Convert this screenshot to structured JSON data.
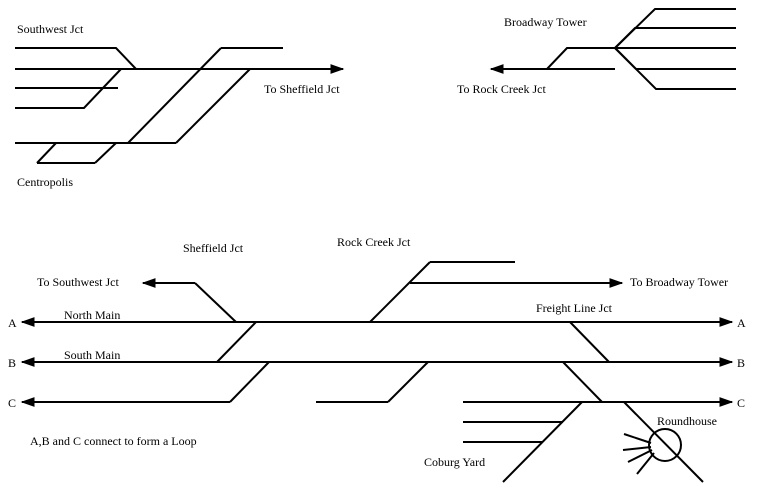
{
  "colors": {
    "track": "#000000",
    "background": "#ffffff",
    "text": "#000000"
  },
  "labels": {
    "southwest_jct": "Southwest Jct",
    "to_sheffield_jct": "To Sheffield Jct",
    "centropolis": "Centropolis",
    "broadway_tower": "Broadway Tower",
    "to_rock_creek_jct": "To Rock Creek Jct",
    "sheffield_jct": "Sheffield Jct",
    "rock_creek_jct": "Rock Creek Jct",
    "to_southwest_jct": "To Southwest Jct",
    "to_broadway_tower": "To Broadway Tower",
    "north_main": "North Main",
    "south_main": "South Main",
    "freight_line_jct": "Freight Line Jct",
    "roundhouse": "Roundhouse",
    "coburg_yard": "Coburg Yard",
    "loop_note": "A,B and C connect to form a Loop",
    "end_a": "A",
    "end_b": "B",
    "end_c": "C"
  }
}
